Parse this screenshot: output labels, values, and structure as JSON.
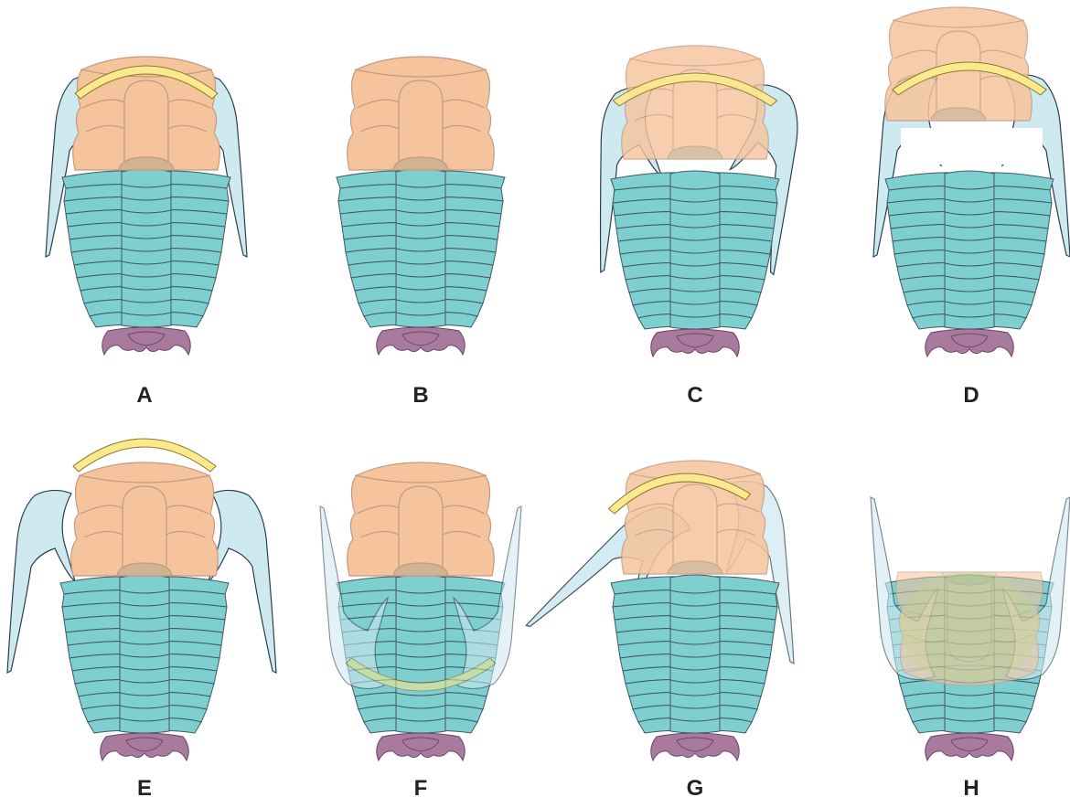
{
  "figure": {
    "panels": [
      {
        "id": "A",
        "label": "A"
      },
      {
        "id": "B",
        "label": "B"
      },
      {
        "id": "C",
        "label": "C"
      },
      {
        "id": "D",
        "label": "D"
      },
      {
        "id": "E",
        "label": "E"
      },
      {
        "id": "F",
        "label": "F"
      },
      {
        "id": "G",
        "label": "G"
      },
      {
        "id": "H",
        "label": "H"
      }
    ]
  },
  "colors": {
    "cranidium": "#f6c49c",
    "cranidium_stroke": "#c39a80",
    "thorax": "#7fcfd0",
    "thorax_stroke": "#3f5a62",
    "pygidium": "#a87a9e",
    "pygidium_stroke": "#6c4466",
    "free_cheek": "#cfe9f1",
    "free_cheek_stroke": "#2c3e4a",
    "rostral_plate": "#fbe98e",
    "rostral_plate_stroke": "#8a7a2a"
  }
}
